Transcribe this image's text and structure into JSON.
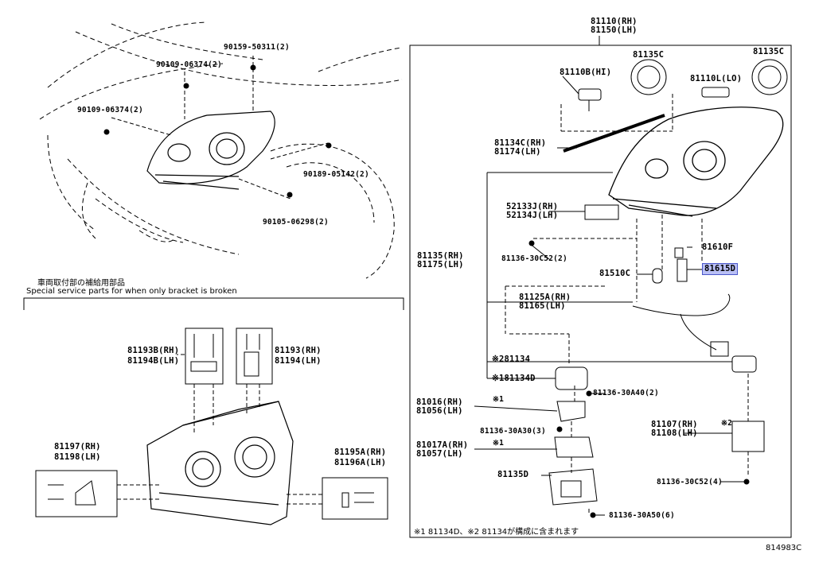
{
  "diagram_id": "814983C",
  "notes": {
    "jp_title": "車両取付部の補給用部品",
    "en_title": "Special service parts for when only bracket is broken",
    "footnote": "※1 81134D、※2 81134が構成に含まれます"
  },
  "labels": {
    "p81110": "81110(RH)",
    "p81150": "81150(LH)",
    "p81135c_a": "81135C",
    "p81135c_b": "81135C",
    "p81110b": "81110B(HI)",
    "p81110l": "81110L(LO)",
    "p81134c": "81134C(RH)",
    "p81174": "81174(LH)",
    "p52133j": "52133J(RH)",
    "p52134j": "52134J(LH)",
    "p81610f": "81610F",
    "p8113630c52a": "81136-30C52(2)",
    "p81135": "81135(RH)",
    "p81175": "81175(LH)",
    "p81510c": "81510C",
    "p81615d": "81615D",
    "p81125a": "81125A(RH)",
    "p81165": "81165(LH)",
    "p81134": "※281134",
    "p81134d": "※181134D",
    "p8113630a40": "81136-30A40(2)",
    "p81016": "81016(RH)",
    "p81056": "81056(LH)",
    "mark1a": "※1",
    "p8113630a30": "81136-30A30(3)",
    "p81017a": "81017A(RH)",
    "p81057": "81057(LH)",
    "mark1b": "※1",
    "p81107": "81107(RH)",
    "p81108": "81108(LH)",
    "mark2": "※2",
    "p81135d": "81135D",
    "p8113630c52b": "81136-30C52(4)",
    "p8113630a50": "81136-30A50(6)",
    "p90159": "90159-50311(2)",
    "p90109a": "90109-06374(2)",
    "p90109b": "90109-06374(2)",
    "p90189": "90189-05142(2)",
    "p90105": "90105-06298(2)",
    "p81193b": "81193B(RH)",
    "p81194b": "81194B(LH)",
    "p81193": "81193(RH)",
    "p81194": "81194(LH)",
    "p81197": "81197(RH)",
    "p81198": "81198(LH)",
    "p81195a": "81195A(RH)",
    "p81196a": "81196A(LH)"
  },
  "colors": {
    "highlight_fill": "#b9bff5",
    "highlight_border": "#4a57c9"
  }
}
